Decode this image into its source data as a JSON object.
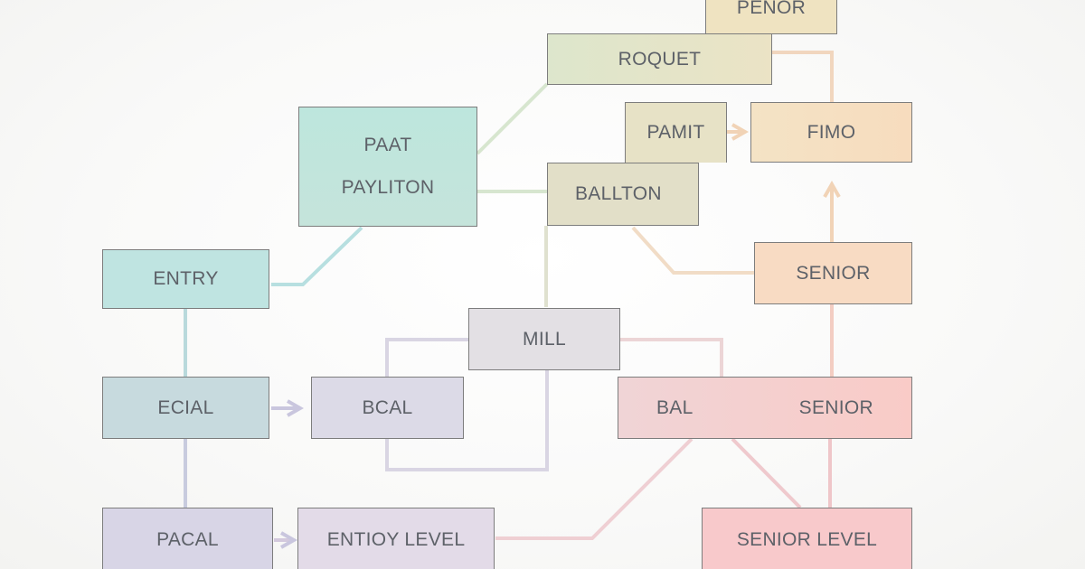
{
  "nodes": {
    "penor": "PENOR",
    "roquet": "ROQUET",
    "paat_line1": "PAAT",
    "paat_line2": "PAYLITON",
    "pamit": "PAMIT",
    "ballton": "BALLTON",
    "fimo": "FIMO",
    "entry": "ENTRY",
    "senior_top": "SENIOR",
    "mill": "MILL",
    "ecial": "ECIAL",
    "bcal": "BCAL",
    "bal": "BAL",
    "senior_mid": "SENIOR",
    "pacal": "PACAL",
    "entioy_level": "ENTIOY LEVEL",
    "senior_level": "SENIOR LEVEL"
  },
  "colors": {
    "teal": "#bfe6e0",
    "teal_light": "#c9e7e4",
    "blue_grey": "#c6d8de",
    "lavender": "#d6d3e6",
    "lavender_light": "#dddbe8",
    "khaki": "#e4e6cd",
    "sand": "#ece2c4",
    "peach": "#f7dcc0",
    "salmon": "#f9ccc0",
    "pink": "#f8c9c9",
    "pink_mid": "#f0d0d3",
    "mill_grey": "#e2dfe4"
  }
}
